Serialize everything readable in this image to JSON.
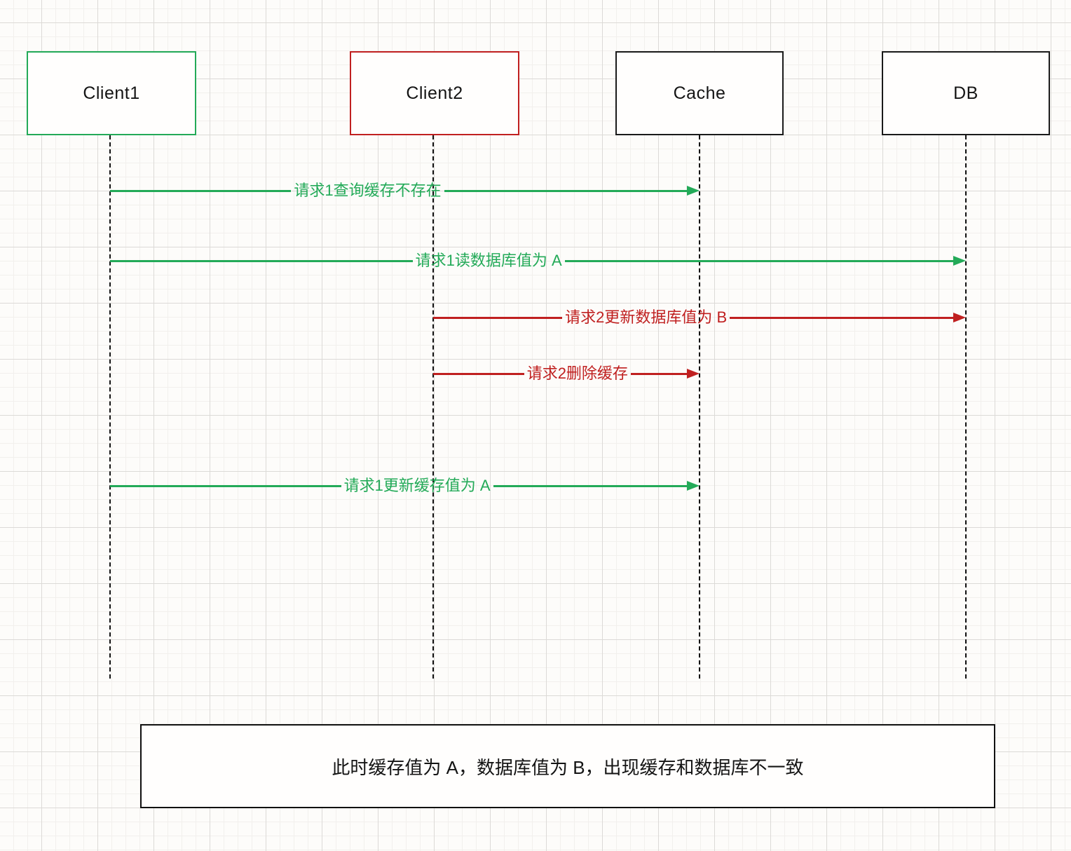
{
  "diagram": {
    "type": "sequence-diagram",
    "topic": "cache / database inconsistency"
  },
  "actors": [
    {
      "id": "client1",
      "label": "Client1",
      "border_color": "#23aa58"
    },
    {
      "id": "client2",
      "label": "Client2",
      "border_color": "#c02020"
    },
    {
      "id": "cache",
      "label": "Cache",
      "border_color": "#1a1a1a"
    },
    {
      "id": "db",
      "label": "DB",
      "border_color": "#1a1a1a"
    }
  ],
  "messages": [
    {
      "from": "Client1",
      "to": "Cache",
      "label": "请求1查询缓存不存在",
      "color": "#23aa58"
    },
    {
      "from": "Client1",
      "to": "DB",
      "label": "请求1读数据库值为 A",
      "color": "#23aa58"
    },
    {
      "from": "Client2",
      "to": "DB",
      "label": "请求2更新数据库值为 B",
      "color": "#c02020"
    },
    {
      "from": "Client2",
      "to": "Cache",
      "label": "请求2删除缓存",
      "color": "#c02020"
    },
    {
      "from": "Client1",
      "to": "Cache",
      "label": "请求1更新缓存值为 A",
      "color": "#23aa58"
    }
  ],
  "note": {
    "text": "此时缓存值为 A，数据库值为 B，出现缓存和数据库不一致"
  },
  "colors": {
    "green": "#23aa58",
    "red": "#c02020",
    "line_black": "#1a1a1a",
    "background": "#fdfcfa",
    "grid_minor": "#f2f0ed",
    "grid_major": "#dcdad7"
  }
}
